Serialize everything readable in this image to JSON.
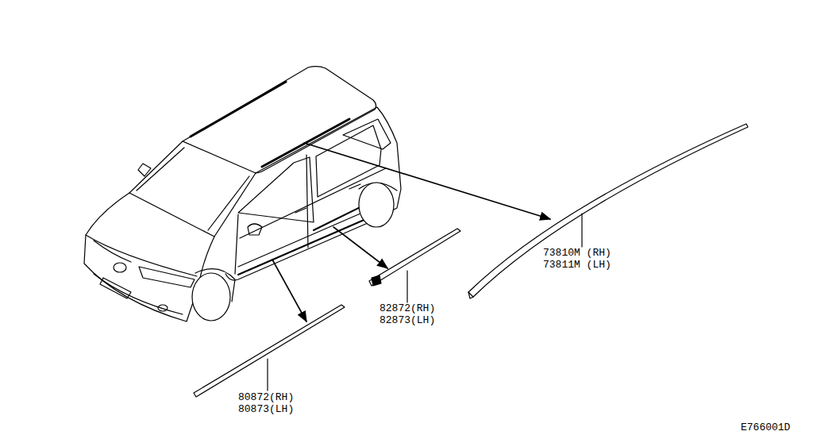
{
  "diagram": {
    "labels": [
      "73810M (RH)",
      "73811M (LH)",
      "82872(RH)",
      "82873(LH)",
      "80872(RH)",
      "80873(LH)",
      "E766001D"
    ]
  }
}
